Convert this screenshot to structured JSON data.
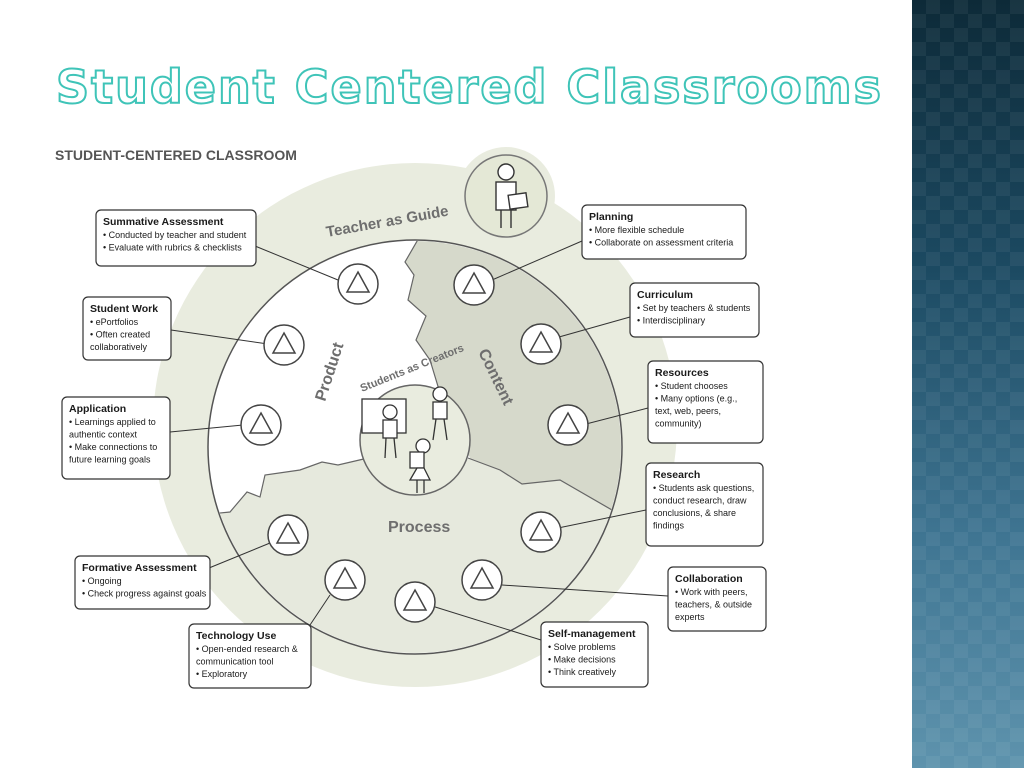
{
  "slide": {
    "title": "Student Centered Classrooms"
  },
  "diagram": {
    "heading": "STUDENT-CENTERED CLASSROOM",
    "outer_label": "Teacher as Guide",
    "center_label": "Students as Creators",
    "sectors": {
      "product": "Product",
      "content": "Content",
      "process": "Process"
    },
    "boxes": {
      "summative": {
        "title": "Summative Assessment",
        "items": [
          "• Conducted by teacher and student",
          "• Evaluate with rubrics & checklists"
        ]
      },
      "student_work": {
        "title": "Student Work",
        "items": [
          "• ePortfolios",
          "• Often created",
          "collaboratively"
        ]
      },
      "application": {
        "title": "Application",
        "items": [
          "• Learnings applied to",
          "authentic context",
          "• Make connections to",
          "future learning goals"
        ]
      },
      "formative": {
        "title": "Formative Assessment",
        "items": [
          "• Ongoing",
          "• Check progress against goals"
        ]
      },
      "technology": {
        "title": "Technology Use",
        "items": [
          "• Open-ended research &",
          "communication tool",
          "• Exploratory"
        ]
      },
      "planning": {
        "title": "Planning",
        "items": [
          "• More flexible schedule",
          "• Collaborate on assessment criteria"
        ]
      },
      "curriculum": {
        "title": "Curriculum",
        "items": [
          "• Set by teachers & students",
          "• Interdisciplinary"
        ]
      },
      "resources": {
        "title": "Resources",
        "items": [
          "• Student chooses",
          "• Many options (e.g.,",
          "text, web, peers,",
          "community)"
        ]
      },
      "research": {
        "title": "Research",
        "items": [
          "• Students ask questions,",
          "conduct research, draw",
          "conclusions, & share",
          "findings"
        ]
      },
      "collaboration": {
        "title": "Collaboration",
        "items": [
          "• Work with peers,",
          "teachers, & outside",
          "experts"
        ]
      },
      "self_management": {
        "title": "Self-management",
        "items": [
          "• Solve problems",
          "• Make decisions",
          "• Think creatively"
        ]
      }
    }
  }
}
